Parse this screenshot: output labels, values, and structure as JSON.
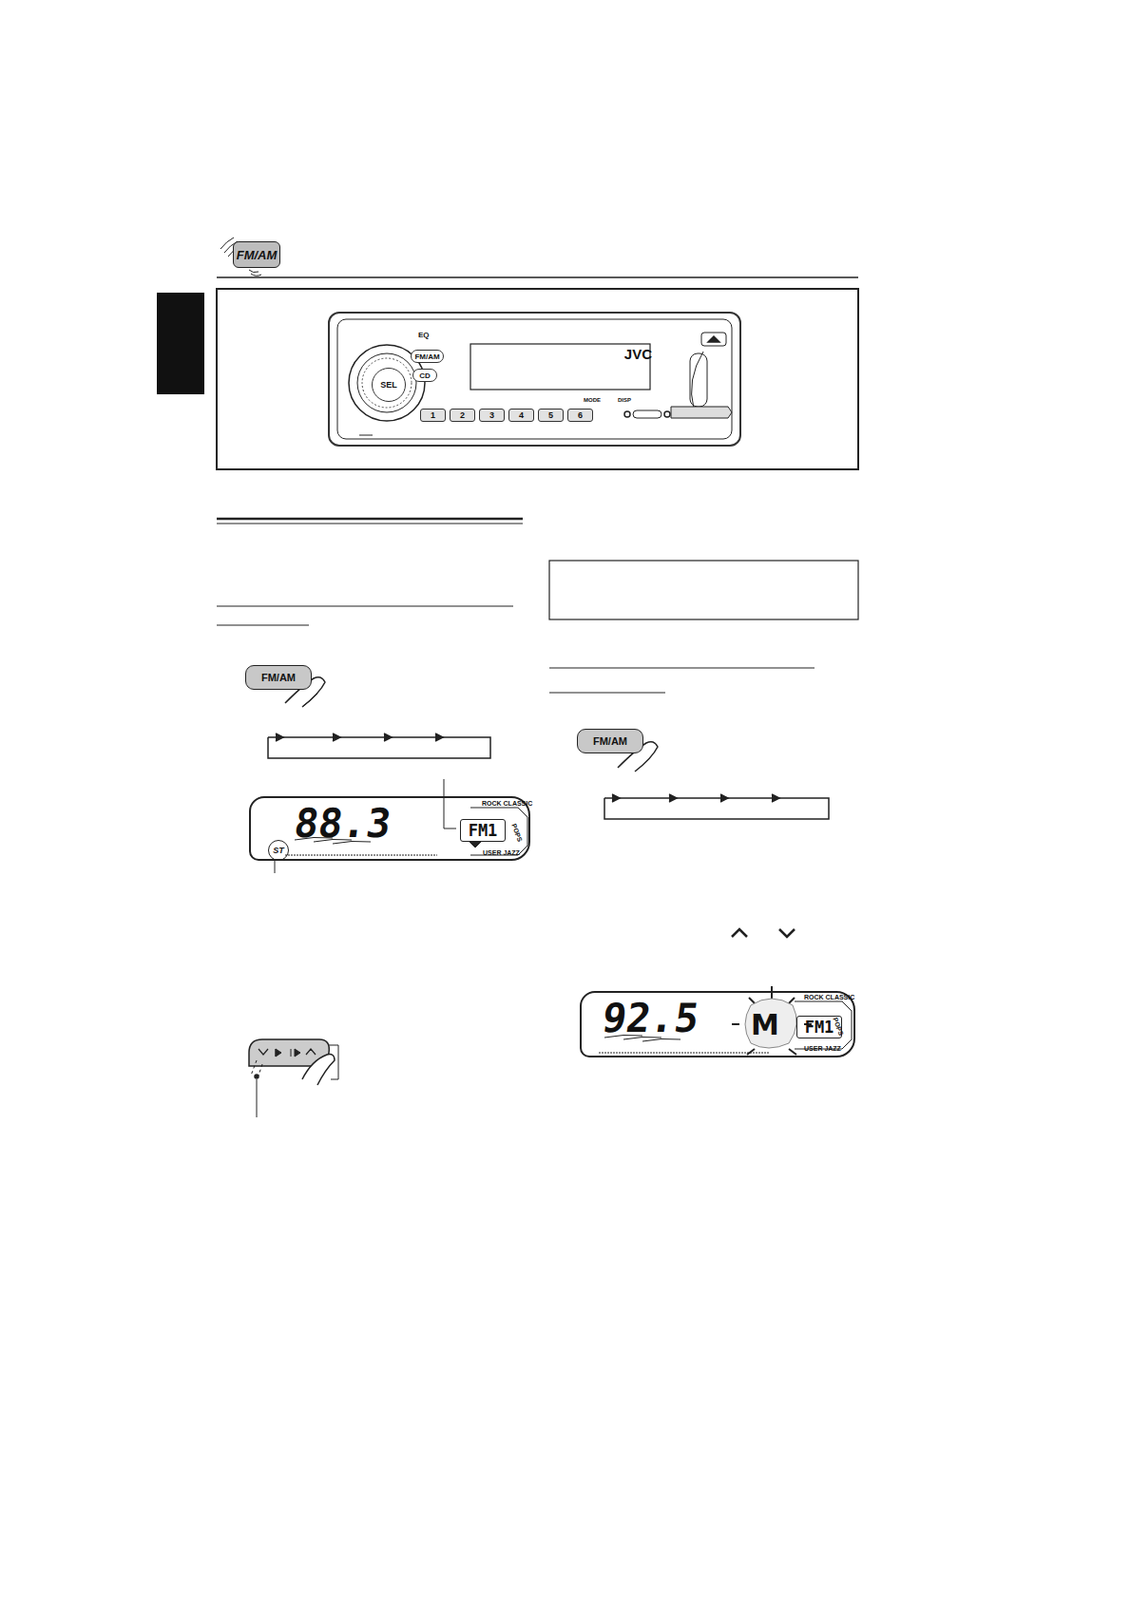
{
  "diagram": {
    "nodes": [
      {
        "text": [
          "FM/AM"
        ]
      },
      {
        "text": [
          "JVC"
        ]
      },
      {
        "text": [
          "FM/AM"
        ],
        "in": 1
      },
      {
        "text": [
          "CD"
        ],
        "in": 1
      },
      {
        "text": [
          "SEL"
        ],
        "in": 1
      },
      {
        "text": [
          "1"
        ],
        "in": 1
      },
      {
        "text": [
          "2"
        ],
        "in": 1
      },
      {
        "text": [
          "3"
        ],
        "in": 1
      },
      {
        "text": [
          "4"
        ],
        "in": 1
      },
      {
        "text": [
          "5"
        ],
        "in": 1
      },
      {
        "text": [
          "6"
        ],
        "in": 1
      },
      {
        "text": [
          "FM/AM"
        ]
      },
      {
        "text": [
          "88.3"
        ]
      },
      {
        "text": [
          "FM1"
        ],
        "in": 12
      },
      {
        "text": [
          "ST"
        ],
        "in": 12
      },
      {
        "text": [
          "FM/AM"
        ]
      },
      {
        "text": [
          "92.5"
        ]
      },
      {
        "text": [
          "M"
        ],
        "in": 16
      },
      {
        "text": [
          "FM1"
        ],
        "in": 16
      }
    ],
    "labels": [
      "EQ",
      "MODE",
      "DISP",
      "ROCK CLASSIC",
      "POPS",
      "USER JAZZ",
      "ROCK CLASSIC",
      "POPS",
      "USER JAZZ"
    ]
  }
}
